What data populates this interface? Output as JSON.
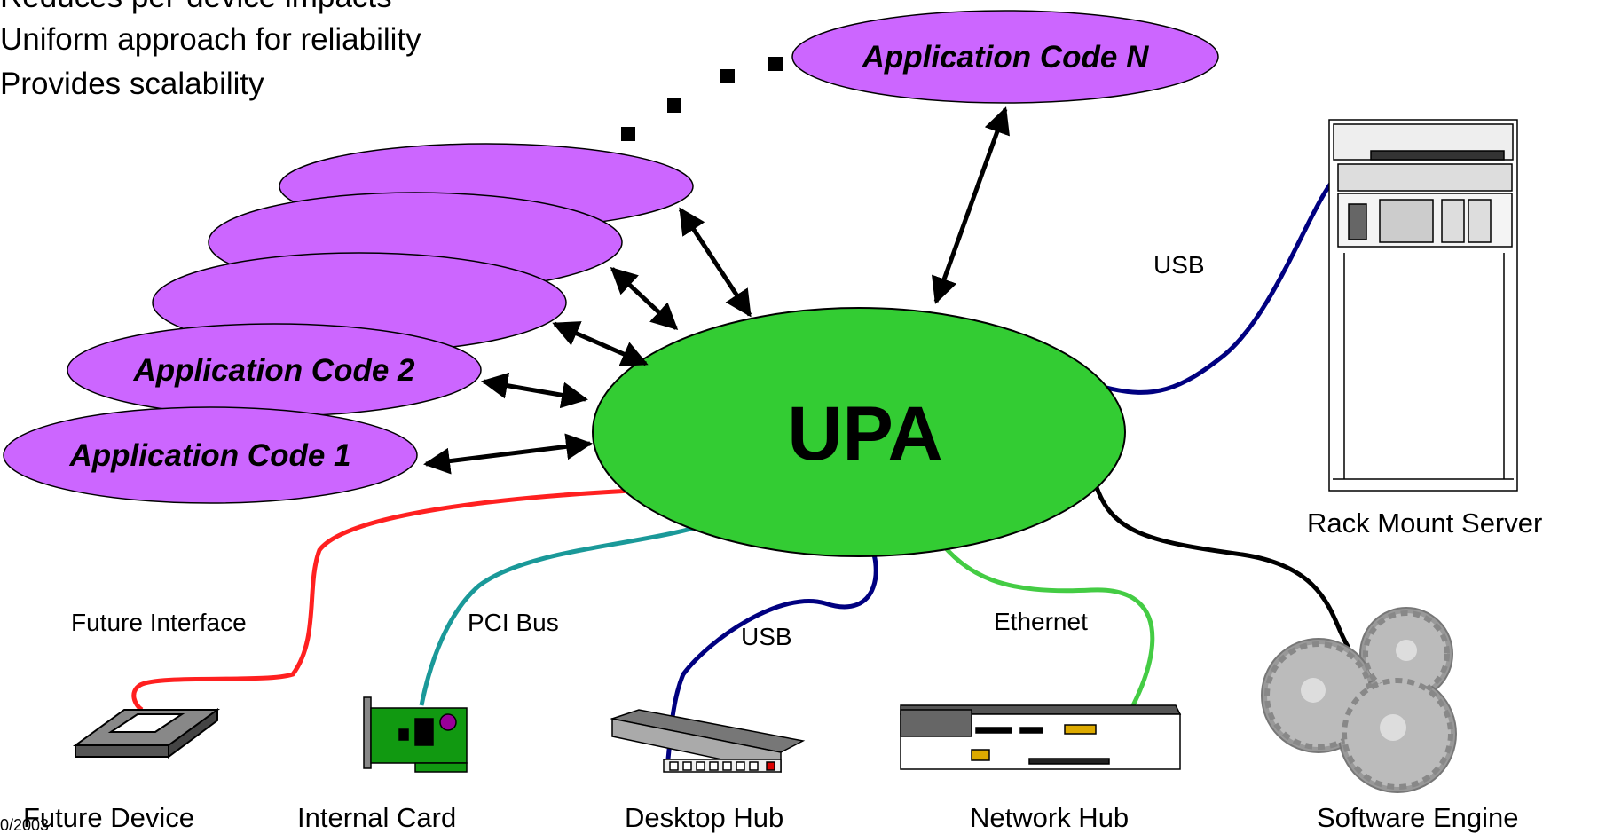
{
  "bullets": {
    "line0": "Reduces per-device impacts",
    "line1": "Uniform approach for reliability",
    "line2": "Provides scalability"
  },
  "center": {
    "label": "UPA",
    "color": "#33cc33"
  },
  "apps": {
    "color": "#cc66ff",
    "app1": "Application Code 1",
    "app2": "Application Code 2",
    "appN": "Application Code N"
  },
  "connections": {
    "rack_usb": "USB",
    "future_interface": "Future Interface",
    "pci_bus": "PCI Bus",
    "desktop_usb": "USB",
    "ethernet": "Ethernet",
    "colors": {
      "future": "#ff2020",
      "pci": "#1a9999",
      "usb": "#000080",
      "ethernet": "#44cc44",
      "software": "#000000"
    }
  },
  "devices": {
    "rack_server": "Rack Mount Server",
    "future_device": "Future Device",
    "internal_card": "Internal Card",
    "desktop_hub": "Desktop Hub",
    "network_hub": "Network Hub",
    "software_engine": "Software Engine"
  },
  "footer": {
    "date": "0/2003"
  },
  "icons": [
    "rack-server-icon",
    "future-device-icon",
    "internal-card-icon",
    "desktop-hub-icon",
    "network-hub-icon",
    "gears-icon"
  ]
}
